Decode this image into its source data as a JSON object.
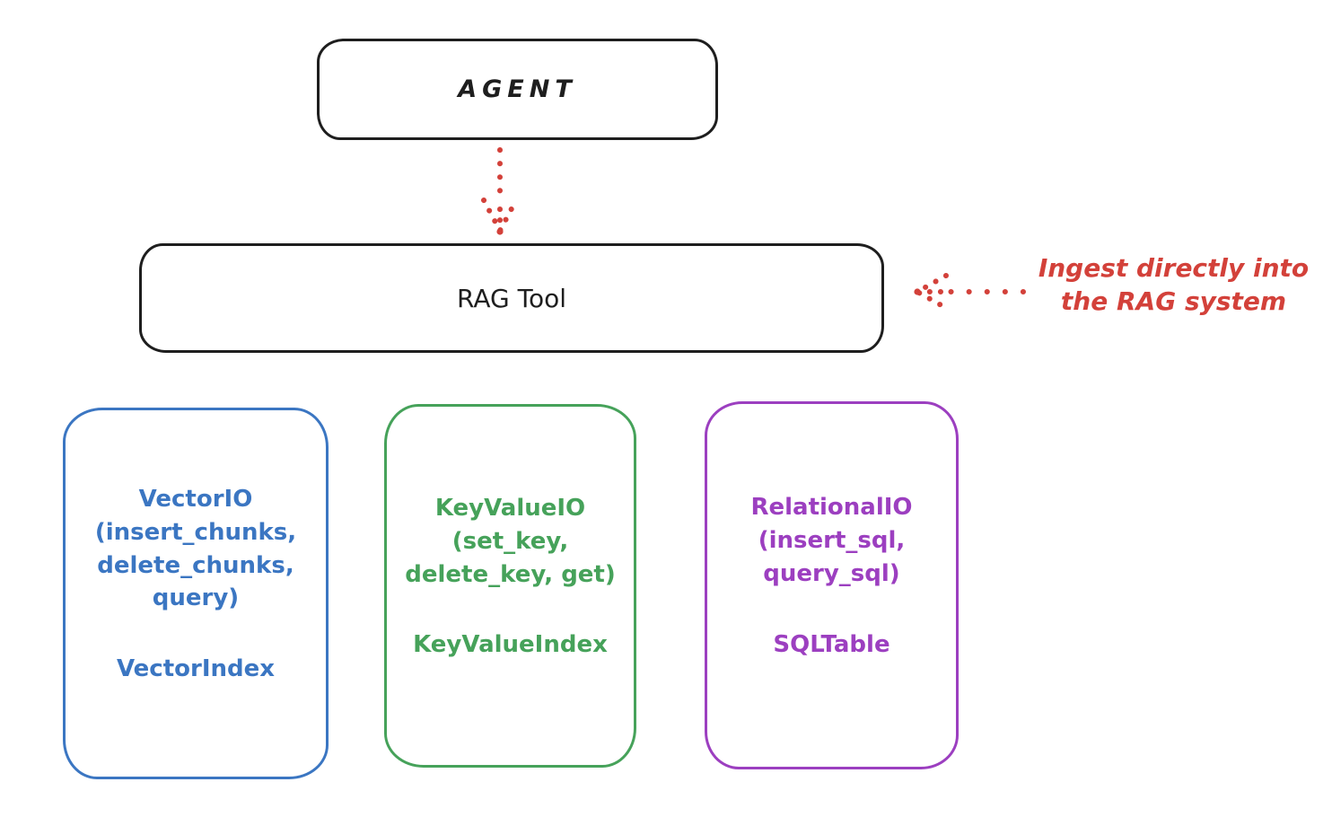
{
  "diagram": {
    "agent": {
      "label": "AGENT"
    },
    "rag_tool": {
      "label": "RAG Tool"
    },
    "annotation": {
      "text": "Ingest directly into\nthe RAG system"
    },
    "backends": [
      {
        "name": "vector-backend",
        "io_label": "VectorIO\n(insert_chunks,\ndelete_chunks,\nquery)",
        "index_label": "VectorIndex",
        "color": "#3b76c2"
      },
      {
        "name": "keyvalue-backend",
        "io_label": "KeyValueIO\n(set_key,\ndelete_key, get)",
        "index_label": "KeyValueIndex",
        "color": "#46a25a"
      },
      {
        "name": "relational-backend",
        "io_label": "RelationalIO\n(insert_sql,\nquery_sql)",
        "index_label": "SQLTable",
        "color": "#9c3fc0"
      }
    ],
    "colors": {
      "ink": "#1e1e1e",
      "red": "#d3413a",
      "blue": "#3b76c2",
      "green": "#46a25a",
      "purple": "#9c3fc0",
      "background": "#ffffff"
    }
  }
}
